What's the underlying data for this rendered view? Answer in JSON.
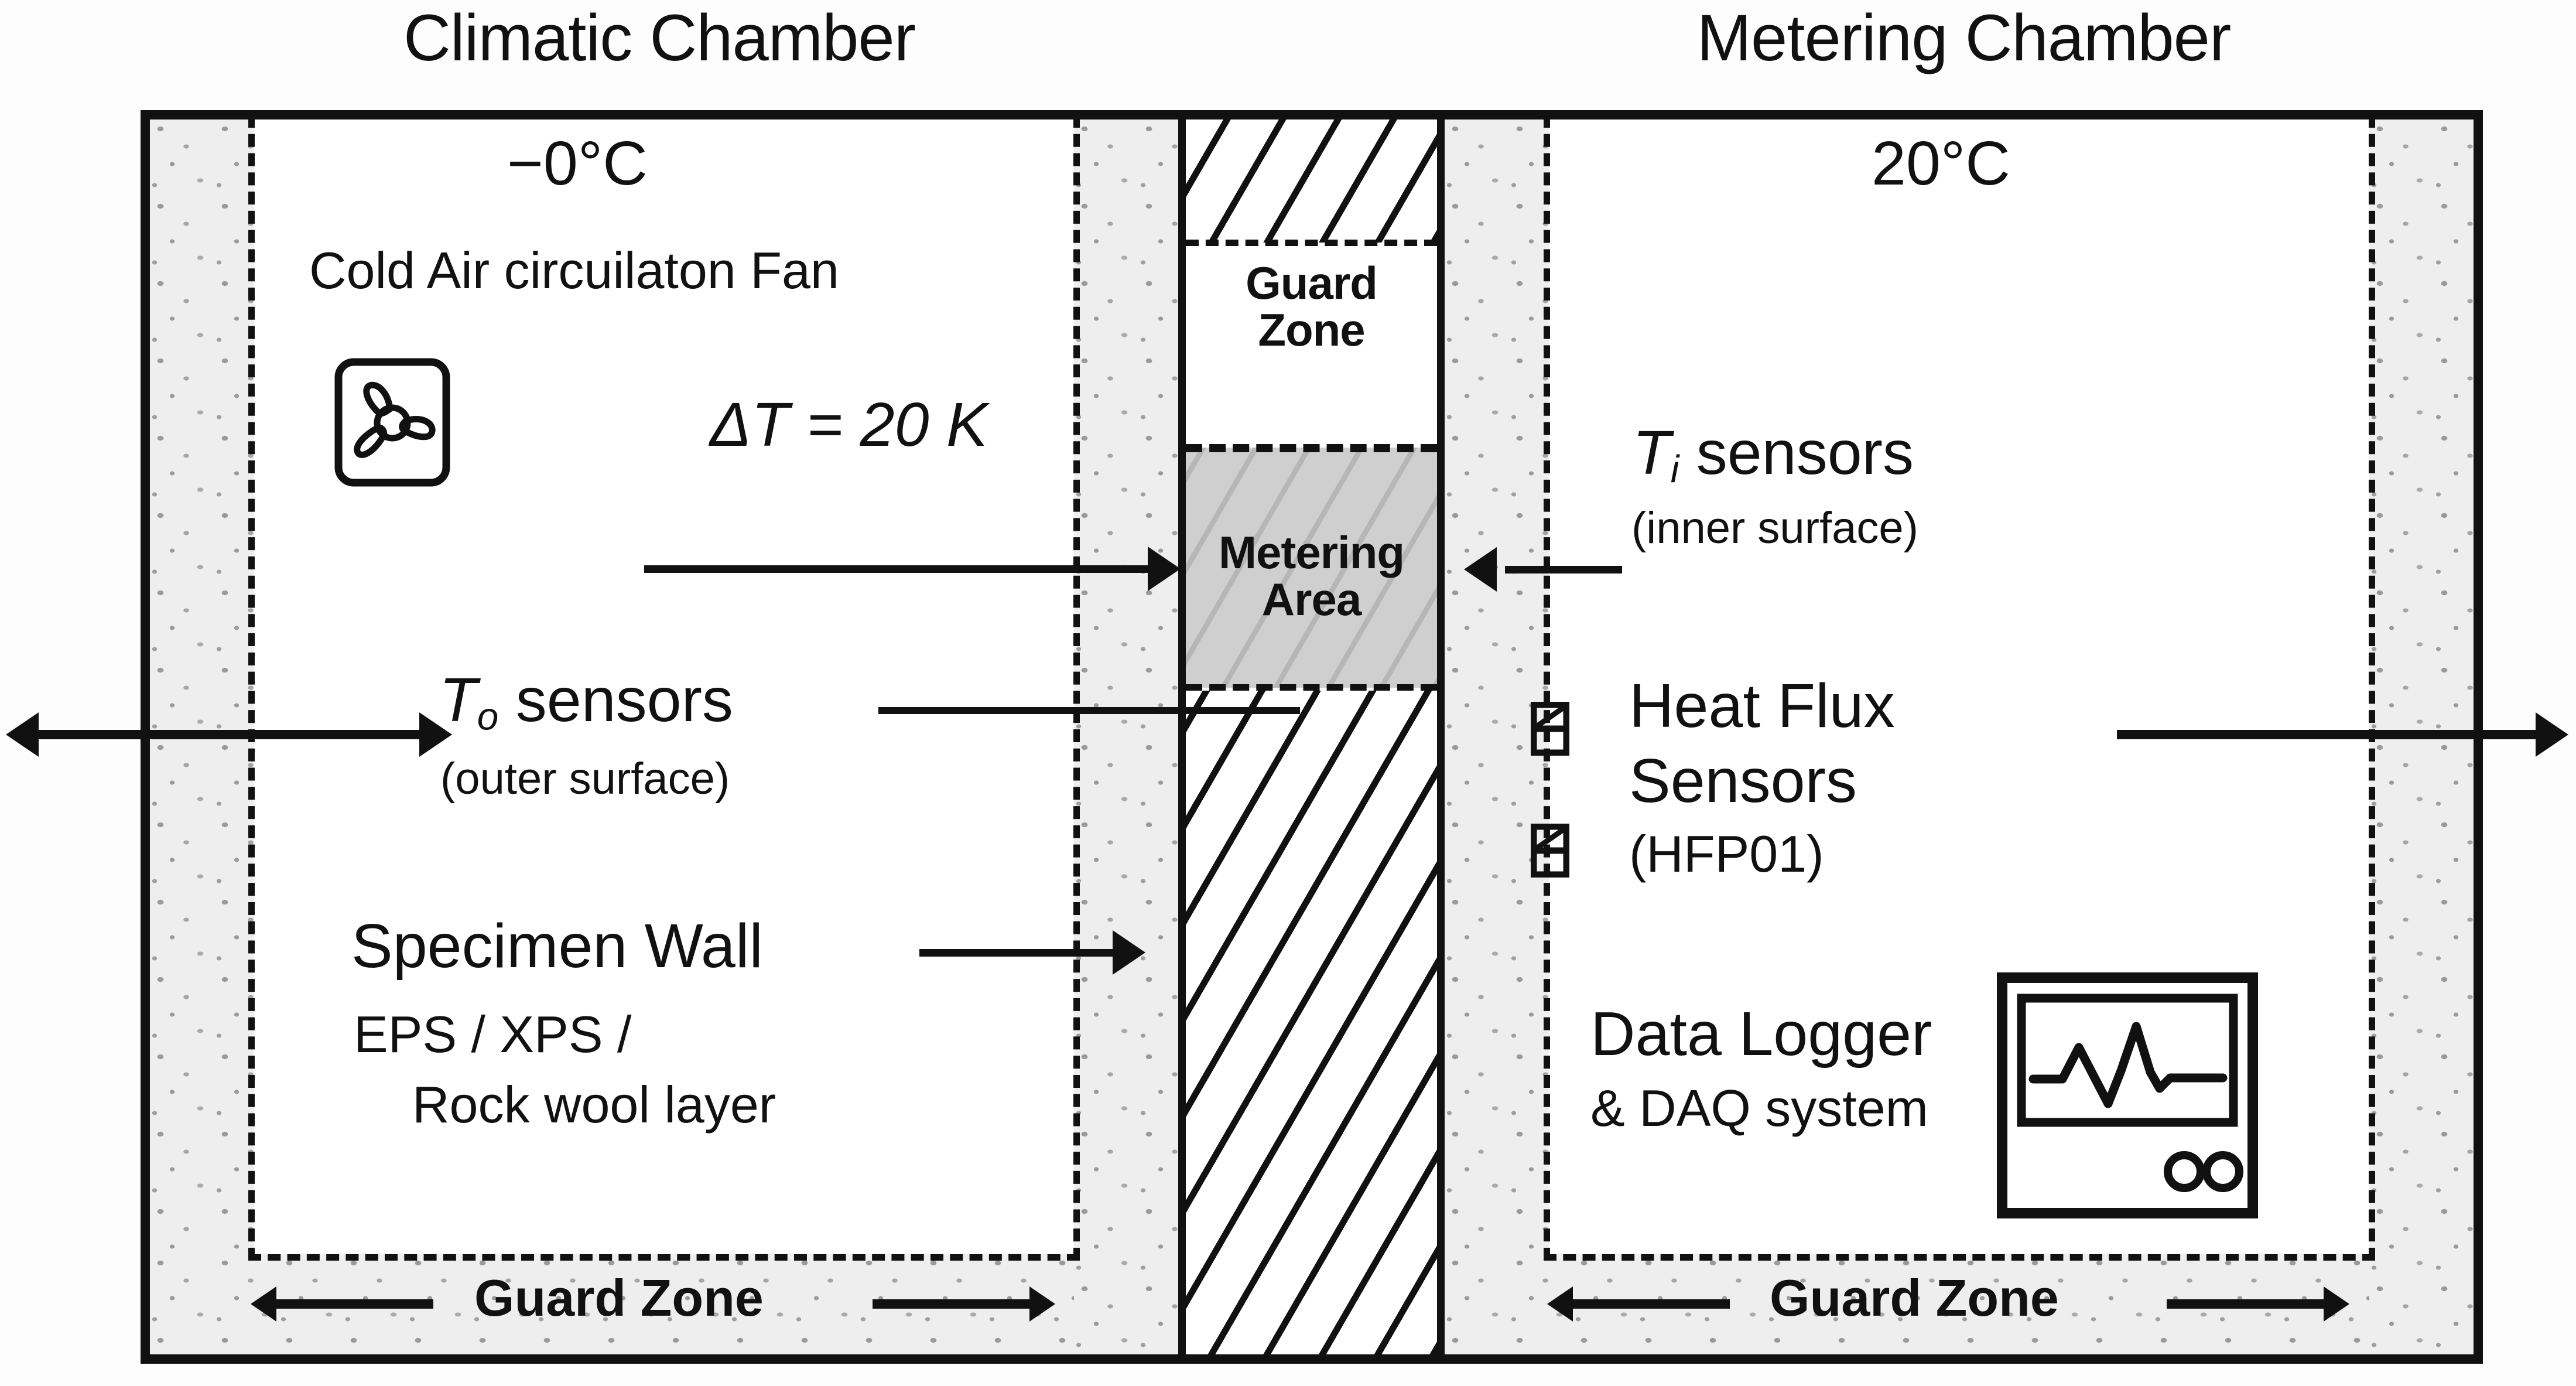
{
  "figure": {
    "type": "hot-box-apparatus-schematic",
    "chambers": {
      "left": {
        "title": "Climatic Chamber",
        "temperature": "−0°C",
        "fan_label": "Cold Air circuilaton Fan",
        "fan_icon": "fan-icon",
        "delta_t": "ΔT = 20 K",
        "sensor_label": "T",
        "sensor_subscript": "o",
        "sensor_label_rest": " sensors",
        "sensor_sub_caption": "(outer surface)",
        "specimen_label": "Specimen Wall",
        "material_line_1": "EPS / XPS /",
        "material_line_2": "Rock wool layer",
        "guard_zone_label": "Guard Zone"
      },
      "right": {
        "title": "Metering Chamber",
        "temperature": "20°C",
        "sensor_label": "T",
        "sensor_subscript": "i",
        "sensor_label_rest": " sensors",
        "sensor_sub_caption": "(inner surface)",
        "heat_flux_line_1": "Heat Flux",
        "heat_flux_line_2": "Sensors",
        "heat_flux_line_3": "(HFP01)",
        "logger_line_1": "Data Logger",
        "logger_line_2": "& DAQ system",
        "logger_icon": "oscilloscope-icon",
        "guard_zone_label": "Guard Zone"
      }
    },
    "specimen_wall": {
      "guard_zone_label_line_1": "Guard",
      "guard_zone_label_line_2": "Zone",
      "metering_area_label_line_1": "Metering",
      "metering_area_label_line_2": "Area"
    },
    "colors": {
      "stroke": "#111111",
      "insulation_fill": "#eeeeee",
      "insulation_speckle": "#9a9a9a",
      "metering_area_fill": "#cfcfcf",
      "metering_area_hatch": "#b6b6b6",
      "background": "#ffffff"
    }
  }
}
